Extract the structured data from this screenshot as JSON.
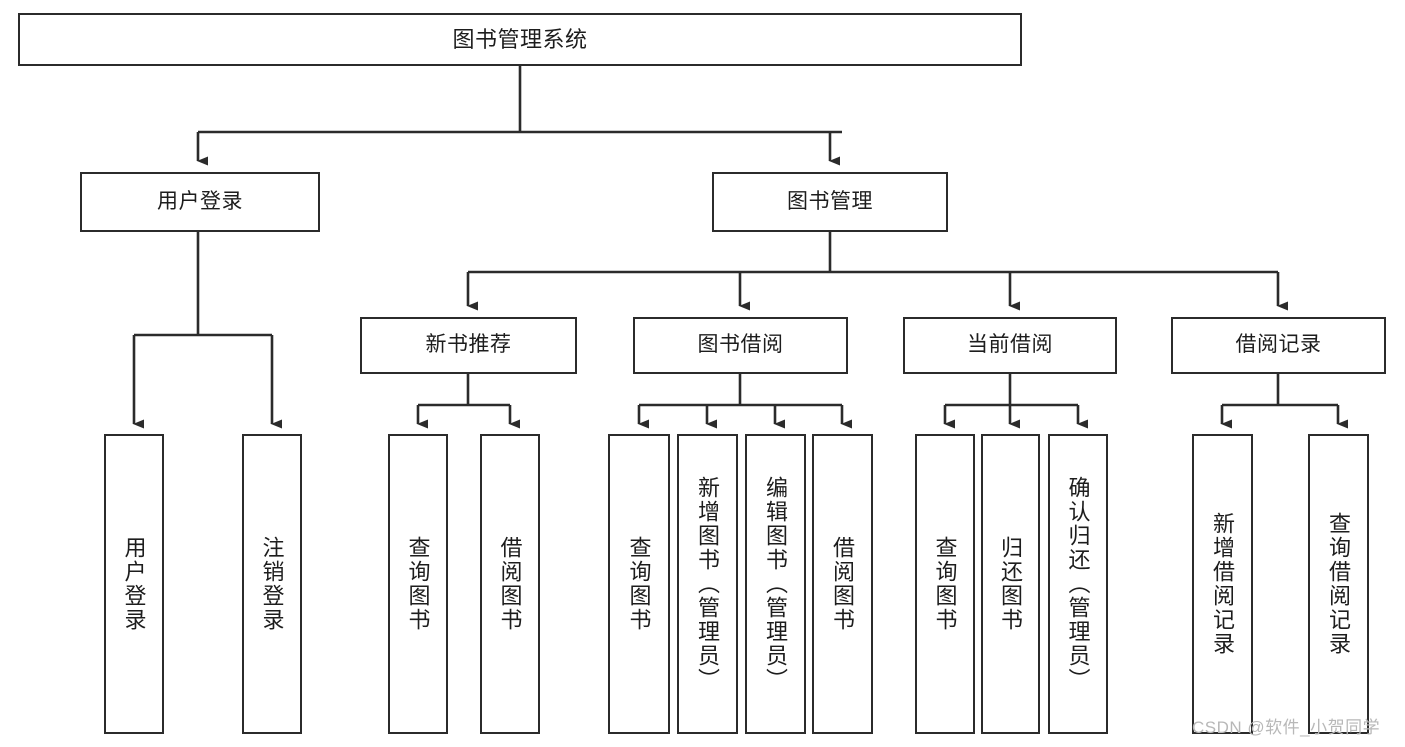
{
  "diagram": {
    "title": "图书管理系统",
    "type": "tree-hierarchy",
    "orientation": "top-down",
    "colors": {
      "box_border": "#2b2b2b",
      "box_fill": "#ffffff",
      "edge": "#2b2b2b",
      "text": "#1d1d1d",
      "watermark": "#b8b8b8",
      "background": "#ffffff"
    },
    "watermark": "CSDN @软件_小贺同学",
    "nodes": {
      "root": {
        "label": "图书管理系统"
      },
      "level2": [
        {
          "id": "user-login",
          "label": "用户登录"
        },
        {
          "id": "book-manage",
          "label": "图书管理"
        }
      ],
      "level3": [
        {
          "id": "new-book-rec",
          "label": "新书推荐"
        },
        {
          "id": "book-borrow",
          "label": "图书借阅"
        },
        {
          "id": "current-borrow",
          "label": "当前借阅"
        },
        {
          "id": "borrow-record",
          "label": "借阅记录"
        }
      ],
      "leaves": {
        "user-login": [
          {
            "id": "leaf-user-login",
            "label": "用户登录"
          },
          {
            "id": "leaf-logout-login",
            "label": "注销登录"
          }
        ],
        "new-book-rec": [
          {
            "id": "leaf-query-book-1",
            "label": "查询图书"
          },
          {
            "id": "leaf-borrow-book-1",
            "label": "借阅图书"
          }
        ],
        "book-borrow": [
          {
            "id": "leaf-query-book-2",
            "label": "查询图书"
          },
          {
            "id": "leaf-add-book",
            "label": "新增图书（管理员）"
          },
          {
            "id": "leaf-edit-book",
            "label": "编辑图书（管理员）"
          },
          {
            "id": "leaf-borrow-book-2",
            "label": "借阅图书"
          }
        ],
        "current-borrow": [
          {
            "id": "leaf-query-book-3",
            "label": "查询图书"
          },
          {
            "id": "leaf-return-book",
            "label": "归还图书"
          },
          {
            "id": "leaf-confirm-return",
            "label": "确认归还（管理员）"
          }
        ],
        "borrow-record": [
          {
            "id": "leaf-add-record",
            "label": "新增借阅记录"
          },
          {
            "id": "leaf-query-record",
            "label": "查询借阅记录"
          }
        ]
      }
    }
  }
}
